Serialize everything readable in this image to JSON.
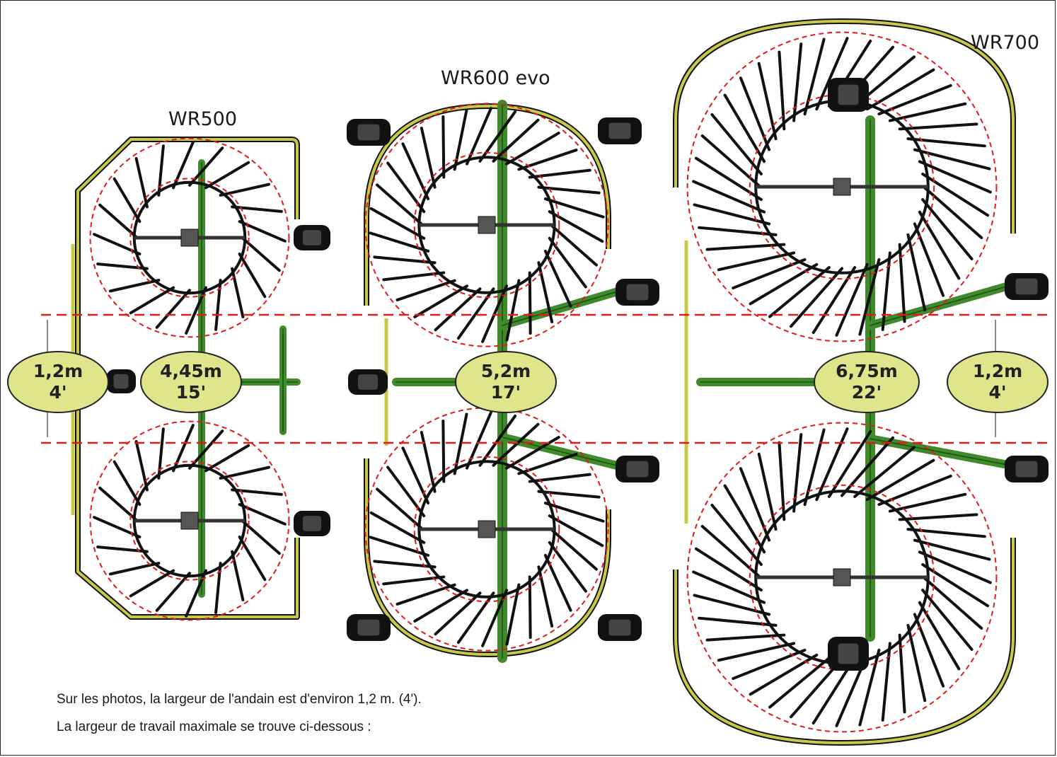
{
  "models": {
    "wr500": "WR500",
    "wr600": "WR600 evo",
    "wr700": "WR700"
  },
  "badges": {
    "swath_left": {
      "metric": "1,2m",
      "imperial": "4'"
    },
    "wr500": {
      "metric": "4,45m",
      "imperial": "15'"
    },
    "wr600": {
      "metric": "5,2m",
      "imperial": "17'"
    },
    "wr700": {
      "metric": "6,75m",
      "imperial": "22'"
    },
    "swath_right": {
      "metric": "1,2m",
      "imperial": "4'"
    }
  },
  "caption": {
    "line1": "Sur les photos, la largeur de l'andain est d'environ 1,2 m. (4').",
    "line2": "La largeur de travail maximale se trouve ci-dessous :"
  },
  "colors": {
    "machine_green": "#3f8a2a",
    "frame_yellow": "#c8c94a",
    "dash_red": "#e01b1b",
    "badge_fill": "#dfe58a"
  }
}
